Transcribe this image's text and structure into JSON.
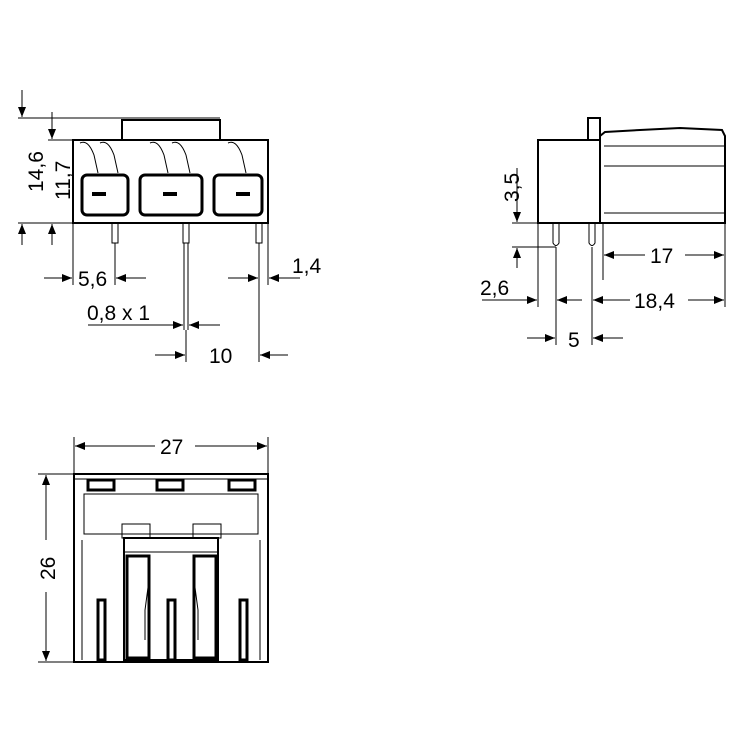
{
  "drawing": {
    "front_view": {
      "dims": {
        "overall_height": "14,6",
        "body_height": "11,7",
        "pin_offset_left": "5,6",
        "pin_offset_right": "1,4",
        "pin_size": "0,8 x 1",
        "pitch": "10"
      }
    },
    "side_view": {
      "dims": {
        "pin_length": "3,5",
        "front_offset": "2,6",
        "pin_spacing": "5",
        "depth_rear": "17",
        "depth_total": "18,4"
      }
    },
    "bottom_view": {
      "dims": {
        "width": "27",
        "depth": "26"
      }
    },
    "colors": {
      "line": "#000000",
      "background": "#ffffff"
    }
  }
}
